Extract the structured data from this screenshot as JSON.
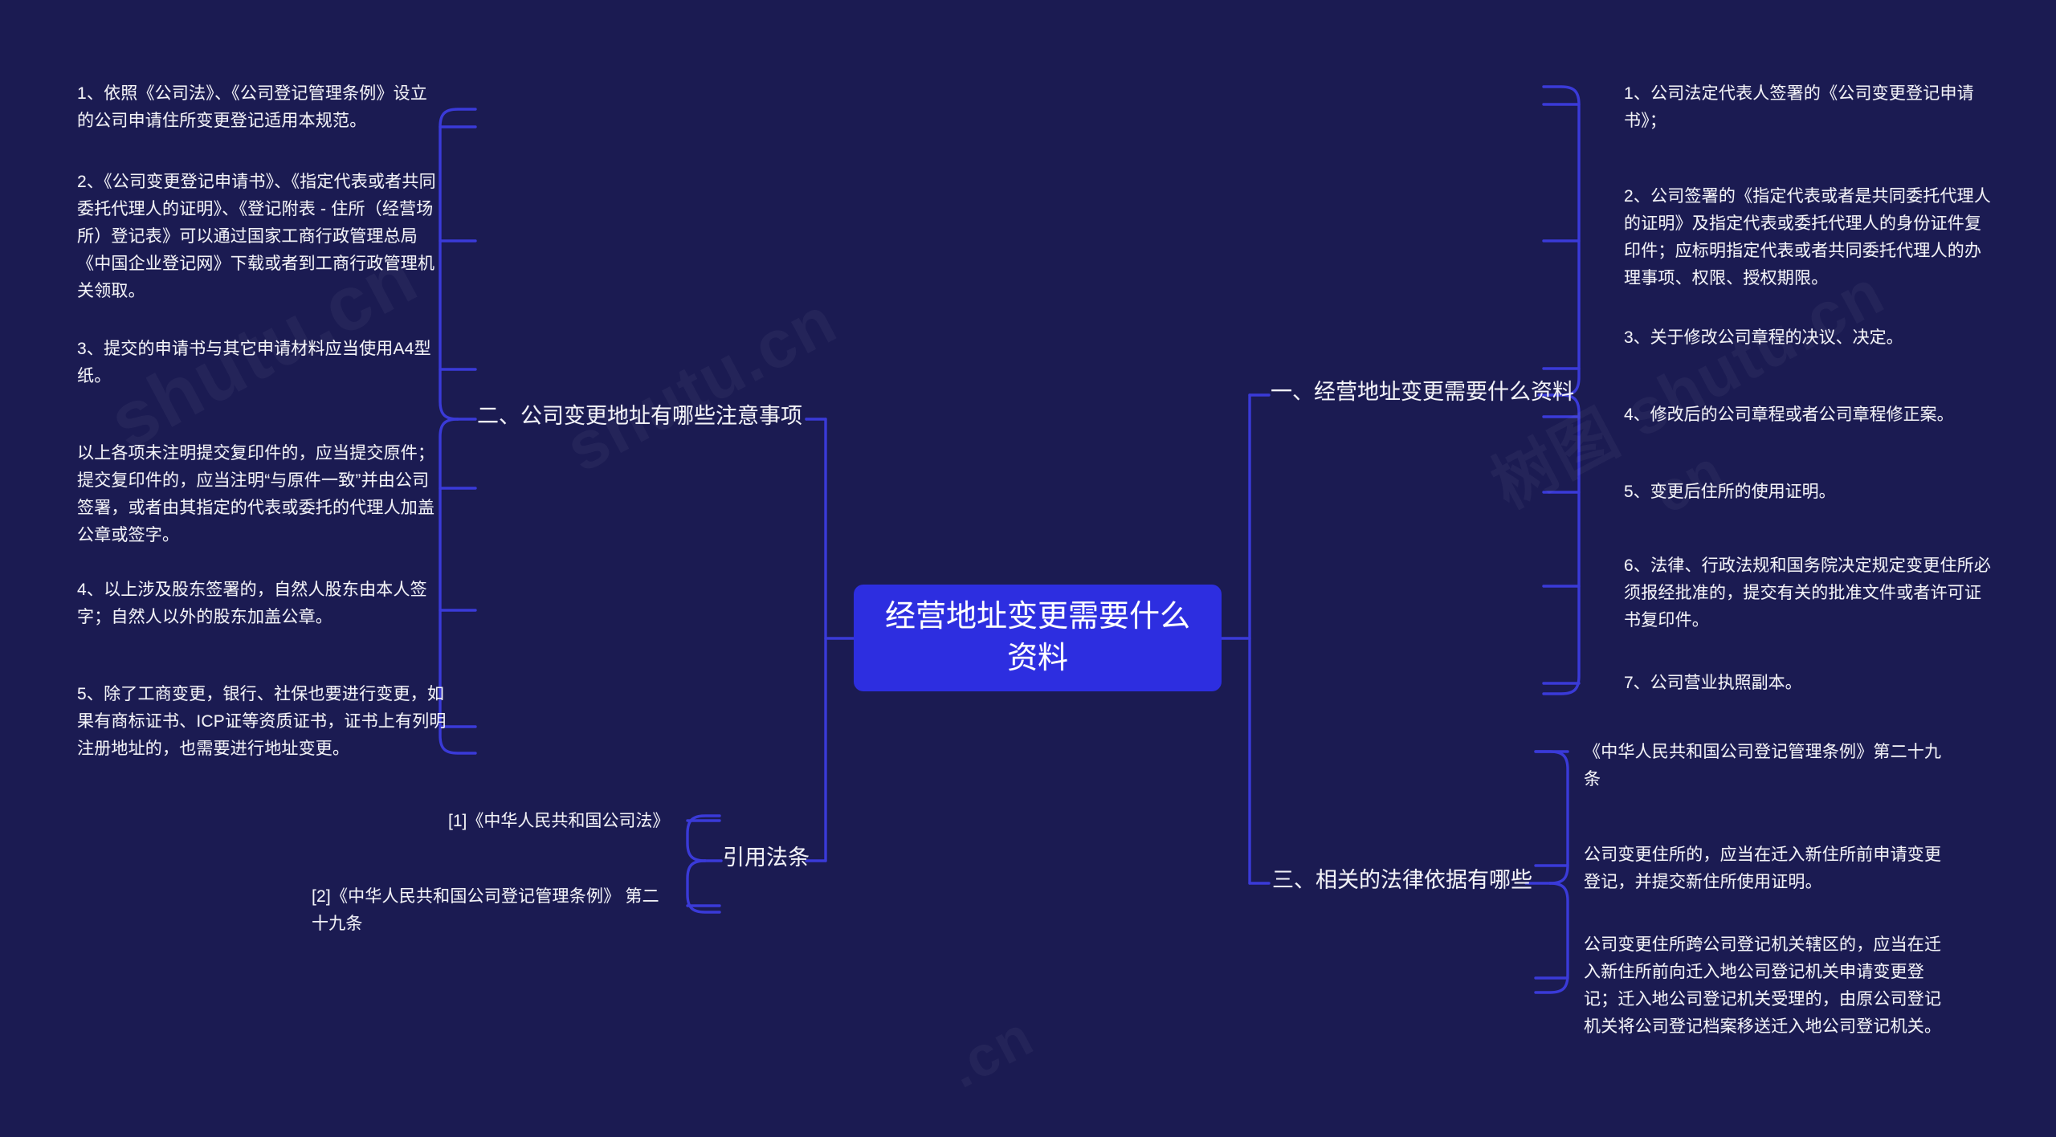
{
  "background_color": "#1b1b52",
  "accent_color": "#2d2ee0",
  "line_color": "#3a3ad8",
  "text_color": "#f2f2f7",
  "root": {
    "title": "经营地址变更需要什么资料"
  },
  "watermarks": [
    "shutu.cn",
    "shutu.cn",
    "树图 shutu.cn",
    ".cn",
    "cn",
    "shutu"
  ],
  "branches": {
    "right_top": {
      "label": "一、经营地址变更需要什么资料",
      "items": [
        "1、公司法定代表人签署的《公司变更登记申请书》；",
        "2、公司签署的《指定代表或者是共同委托代理人的证明》及指定代表或委托代理人的身份证件复印件；应标明指定代表或者共同委托代理人的办理事项、权限、授权期限。",
        "3、关于修改公司章程的决议、决定。",
        "4、修改后的公司章程或者公司章程修正案。",
        "5、变更后住所的使用证明。",
        "6、法律、行政法规和国务院决定规定变更住所必须报经批准的，提交有关的批准文件或者许可证书复印件。",
        "7、公司营业执照副本。"
      ]
    },
    "right_bottom": {
      "label": "三、相关的法律依据有哪些",
      "items": [
        "《中华人民共和国公司登记管理条例》第二十九条",
        "公司变更住所的，应当在迁入新住所前申请变更登记，并提交新住所使用证明。",
        "公司变更住所跨公司登记机关辖区的，应当在迁入新住所前向迁入地公司登记机关申请变更登记；迁入地公司登记机关受理的，由原公司登记机关将公司登记档案移送迁入地公司登记机关。"
      ]
    },
    "left_top": {
      "label": "二、公司变更地址有哪些注意事项",
      "items": [
        "1、依照《公司法》、《公司登记管理条例》设立的公司申请住所变更登记适用本规范。",
        "2、《公司变更登记申请书》、《指定代表或者共同委托代理人的证明》、《登记附表 - 住所（经营场所）登记表》可以通过国家工商行政管理总局《中国企业登记网》下载或者到工商行政管理机关领取。",
        "3、提交的申请书与其它申请材料应当使用A4型纸。",
        "以上各项未注明提交复印件的，应当提交原件；提交复印件的，应当注明“与原件一致”并由公司签署，或者由其指定的代表或委托的代理人加盖公章或签字。",
        "4、以上涉及股东签署的，自然人股东由本人签字；自然人以外的股东加盖公章。",
        "5、除了工商变更，银行、社保也要进行变更，如果有商标证书、ICP证等资质证书，证书上有列明注册地址的，也需要进行地址变更。"
      ]
    },
    "left_bottom": {
      "label": "引用法条",
      "items": [
        "[1]《中华人民共和国公司法》",
        "[2]《中华人民共和国公司登记管理条例》 第二十九条"
      ]
    }
  }
}
